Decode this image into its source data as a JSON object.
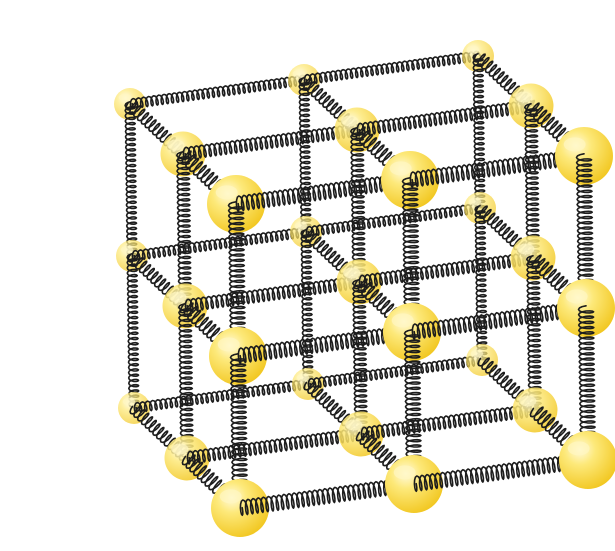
{
  "lattice": {
    "kind": "cubic-lattice",
    "nodes_per_edge": 3,
    "particle": "ball",
    "bond": "spring",
    "colors": {
      "ball": "#fcd949",
      "ball_highlight": "#fff6c2",
      "spring": "#1d1d1d",
      "background": "#ffffff"
    }
  }
}
